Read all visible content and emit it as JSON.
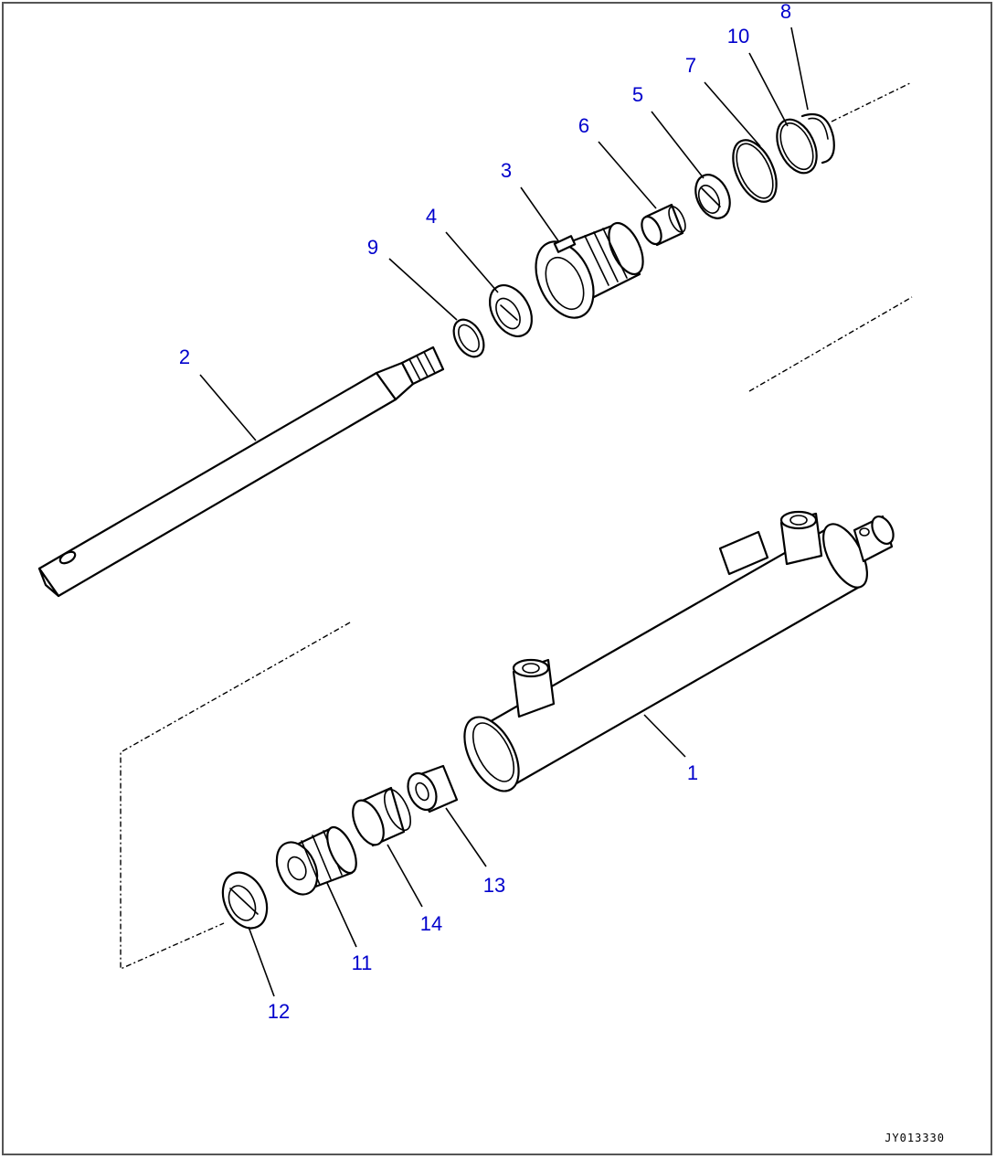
{
  "drawing": {
    "image_code": "JY013330",
    "callouts": {
      "p1": "1",
      "p2": "2",
      "p3": "3",
      "p4": "4",
      "p5": "5",
      "p6": "6",
      "p7": "7",
      "p8": "8",
      "p9": "9",
      "p10": "10",
      "p11": "11",
      "p12": "12",
      "p13": "13",
      "p14": "14"
    },
    "colors": {
      "callout": "#0000cc",
      "line": "#000000",
      "background": "#ffffff"
    }
  }
}
